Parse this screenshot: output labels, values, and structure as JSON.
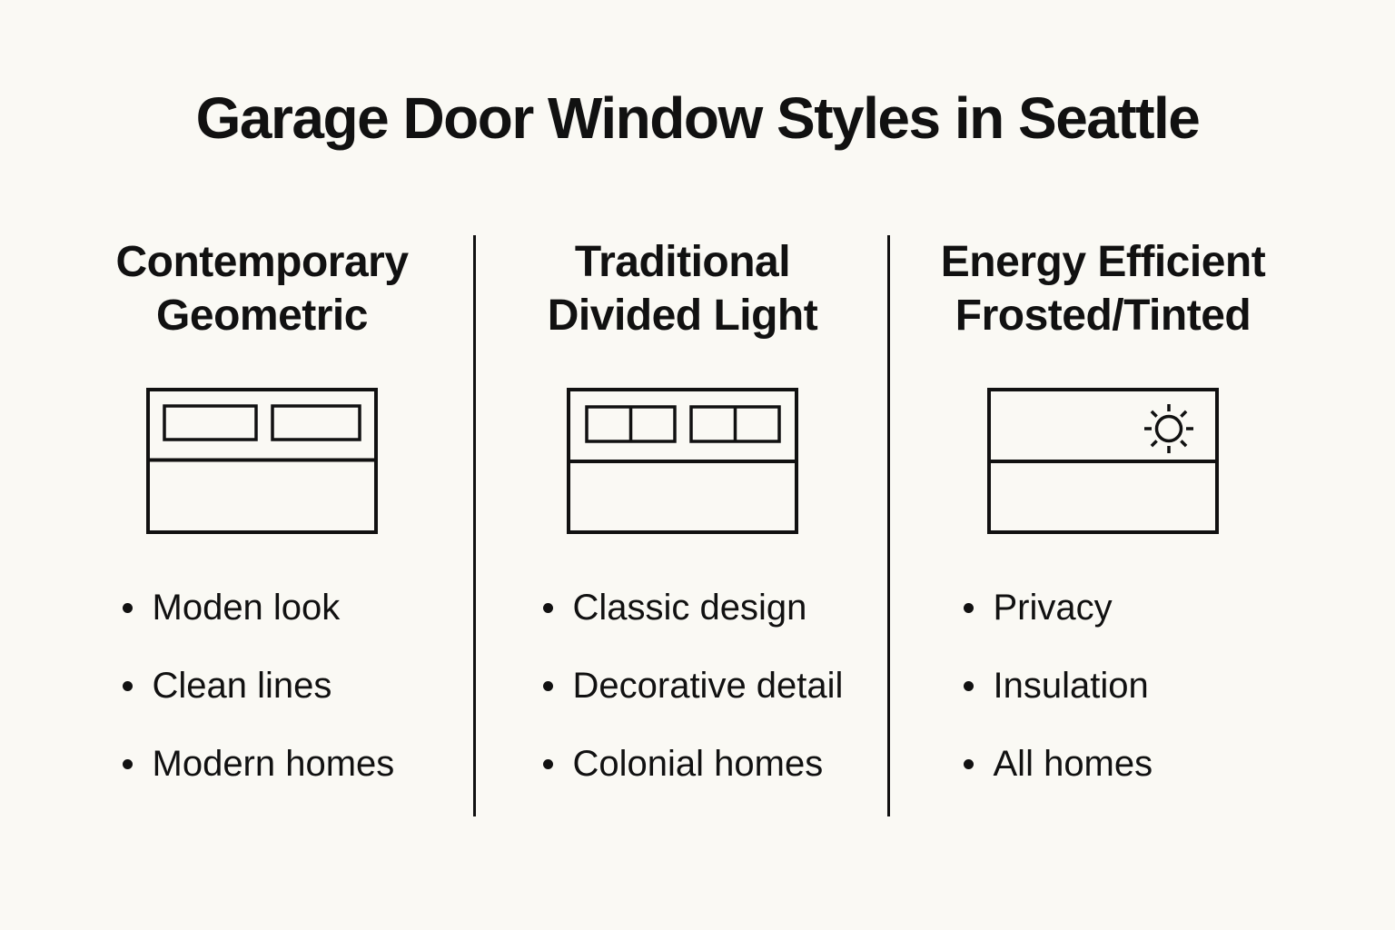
{
  "page": {
    "title": "Garage Door Window Styles in Seattle",
    "background_color": "#FAF9F4",
    "text_color": "#111111",
    "line_color": "#111111"
  },
  "columns": [
    {
      "heading_lines": [
        "Contemporary",
        "Geometric"
      ],
      "icon": "garage-door-long-windows-icon",
      "bullets": [
        "Moden look",
        "Clean lines",
        "Modern homes"
      ]
    },
    {
      "heading_lines": [
        "Traditional",
        "Divided Light"
      ],
      "icon": "garage-door-divided-windows-icon",
      "bullets": [
        "Classic design",
        "Decorative detail",
        "Colonial homes"
      ]
    },
    {
      "heading_lines": [
        "Energy Efficient",
        "Frosted/Tinted"
      ],
      "icon": "garage-door-sun-icon",
      "bullets": [
        "Privacy",
        "Insulation",
        "All homes"
      ]
    }
  ]
}
